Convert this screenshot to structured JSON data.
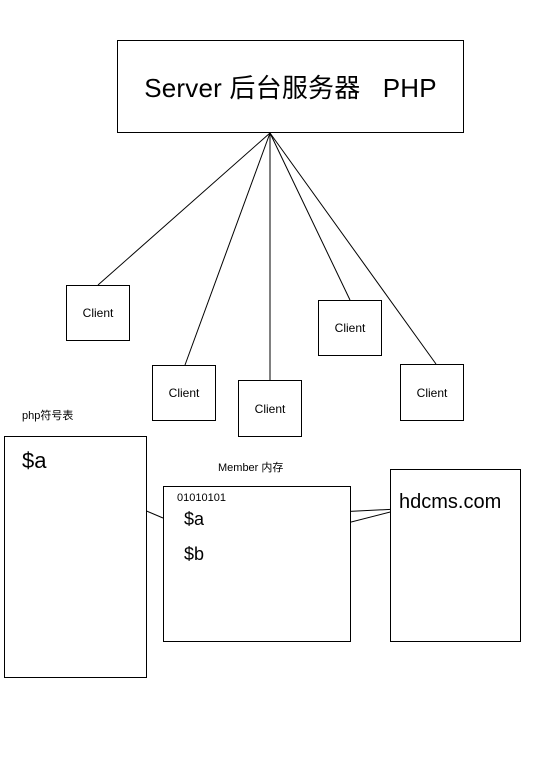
{
  "server": {
    "title": "Server 后台服务器   PHP"
  },
  "clients": [
    {
      "label": "Client"
    },
    {
      "label": "Client"
    },
    {
      "label": "Client"
    },
    {
      "label": "Client"
    },
    {
      "label": "Client"
    }
  ],
  "symbol_table": {
    "title": "php符号表",
    "var_a": "$a"
  },
  "memory": {
    "title": "Member 内存",
    "address": "01010101",
    "var_a": "$a",
    "var_b": "$b"
  },
  "value_box": {
    "text": "hdcms.com"
  },
  "colors": {
    "stroke": "#000000",
    "background": "#ffffff"
  }
}
